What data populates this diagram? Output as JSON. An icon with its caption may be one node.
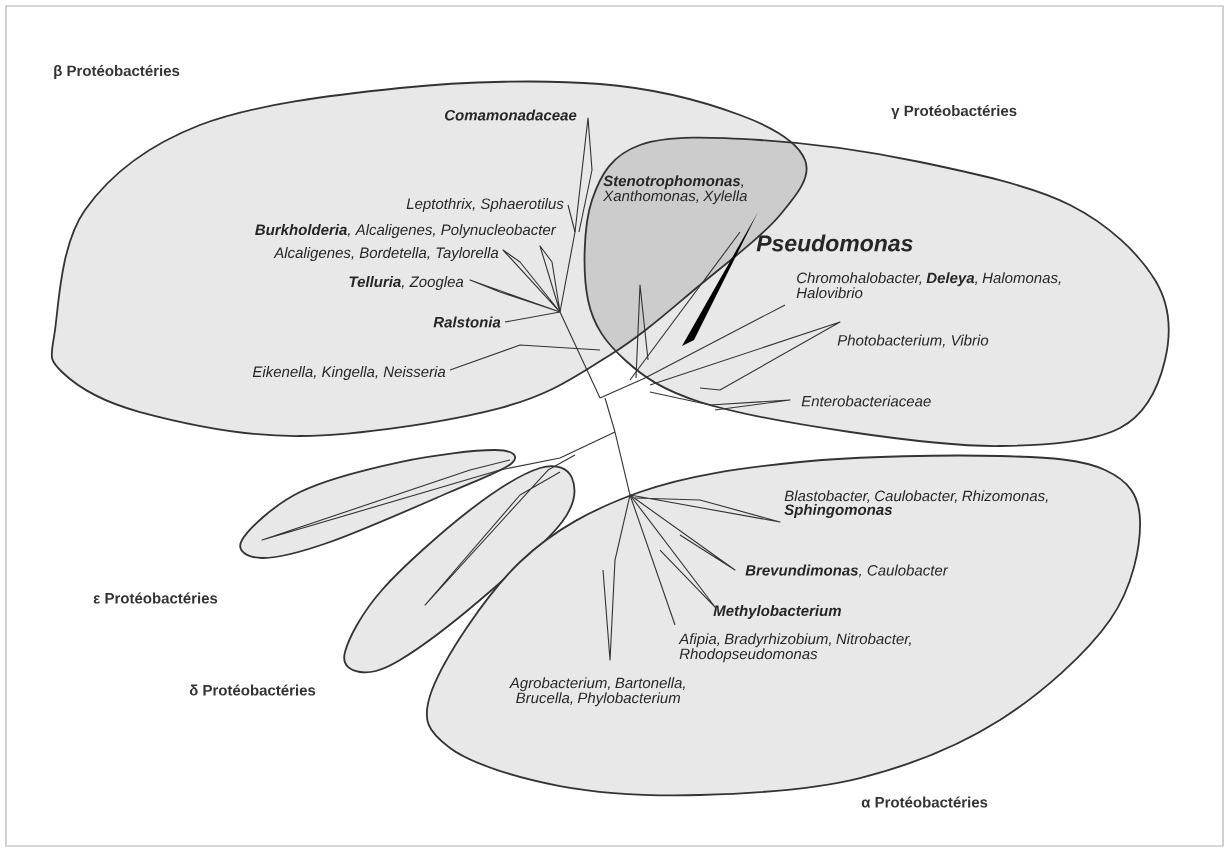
{
  "diagram": {
    "nodes": [
      {
        "text": [
          "β Protéobactéries"
        ]
      },
      {
        "text": [
          "γ Protéobactéries"
        ]
      },
      {
        "text": [
          "ε Protéobactéries"
        ]
      },
      {
        "text": [
          "δ Protéobactéries"
        ]
      },
      {
        "text": [
          "α Protéobactéries"
        ]
      }
    ],
    "labels": [
      "Comamonadaceae",
      "Leptothrix, Sphaerotilus",
      "**Burkholderia**, Alcaligenes, Polynucleobacter",
      "Alcaligenes, Bordetella, Taylorella",
      "**Stenotrophomonas**, Xanthomonas, Xylella",
      "**Telluria**, Zooglea",
      "Pseudomonas",
      "Chromohalobacter, **Deleya**, Halomonas, Halovibrio",
      "Ralstonia",
      "Photobacterium, Vibrio",
      "Eikenella, Kingella, Neisseria",
      "Enterobacteriaceae",
      "Blastobacter, Caulobacter, Rhizomonas, **Sphingomonas**",
      "**Brevundimonas**, Caulobacter",
      "Methylobacterium",
      "Afipia, Bradyrhizobium, Nitrobacter, Rhodopseudomonas",
      "Agrobacterium, Bartonella, Brucella, Phylobacterium"
    ]
  }
}
